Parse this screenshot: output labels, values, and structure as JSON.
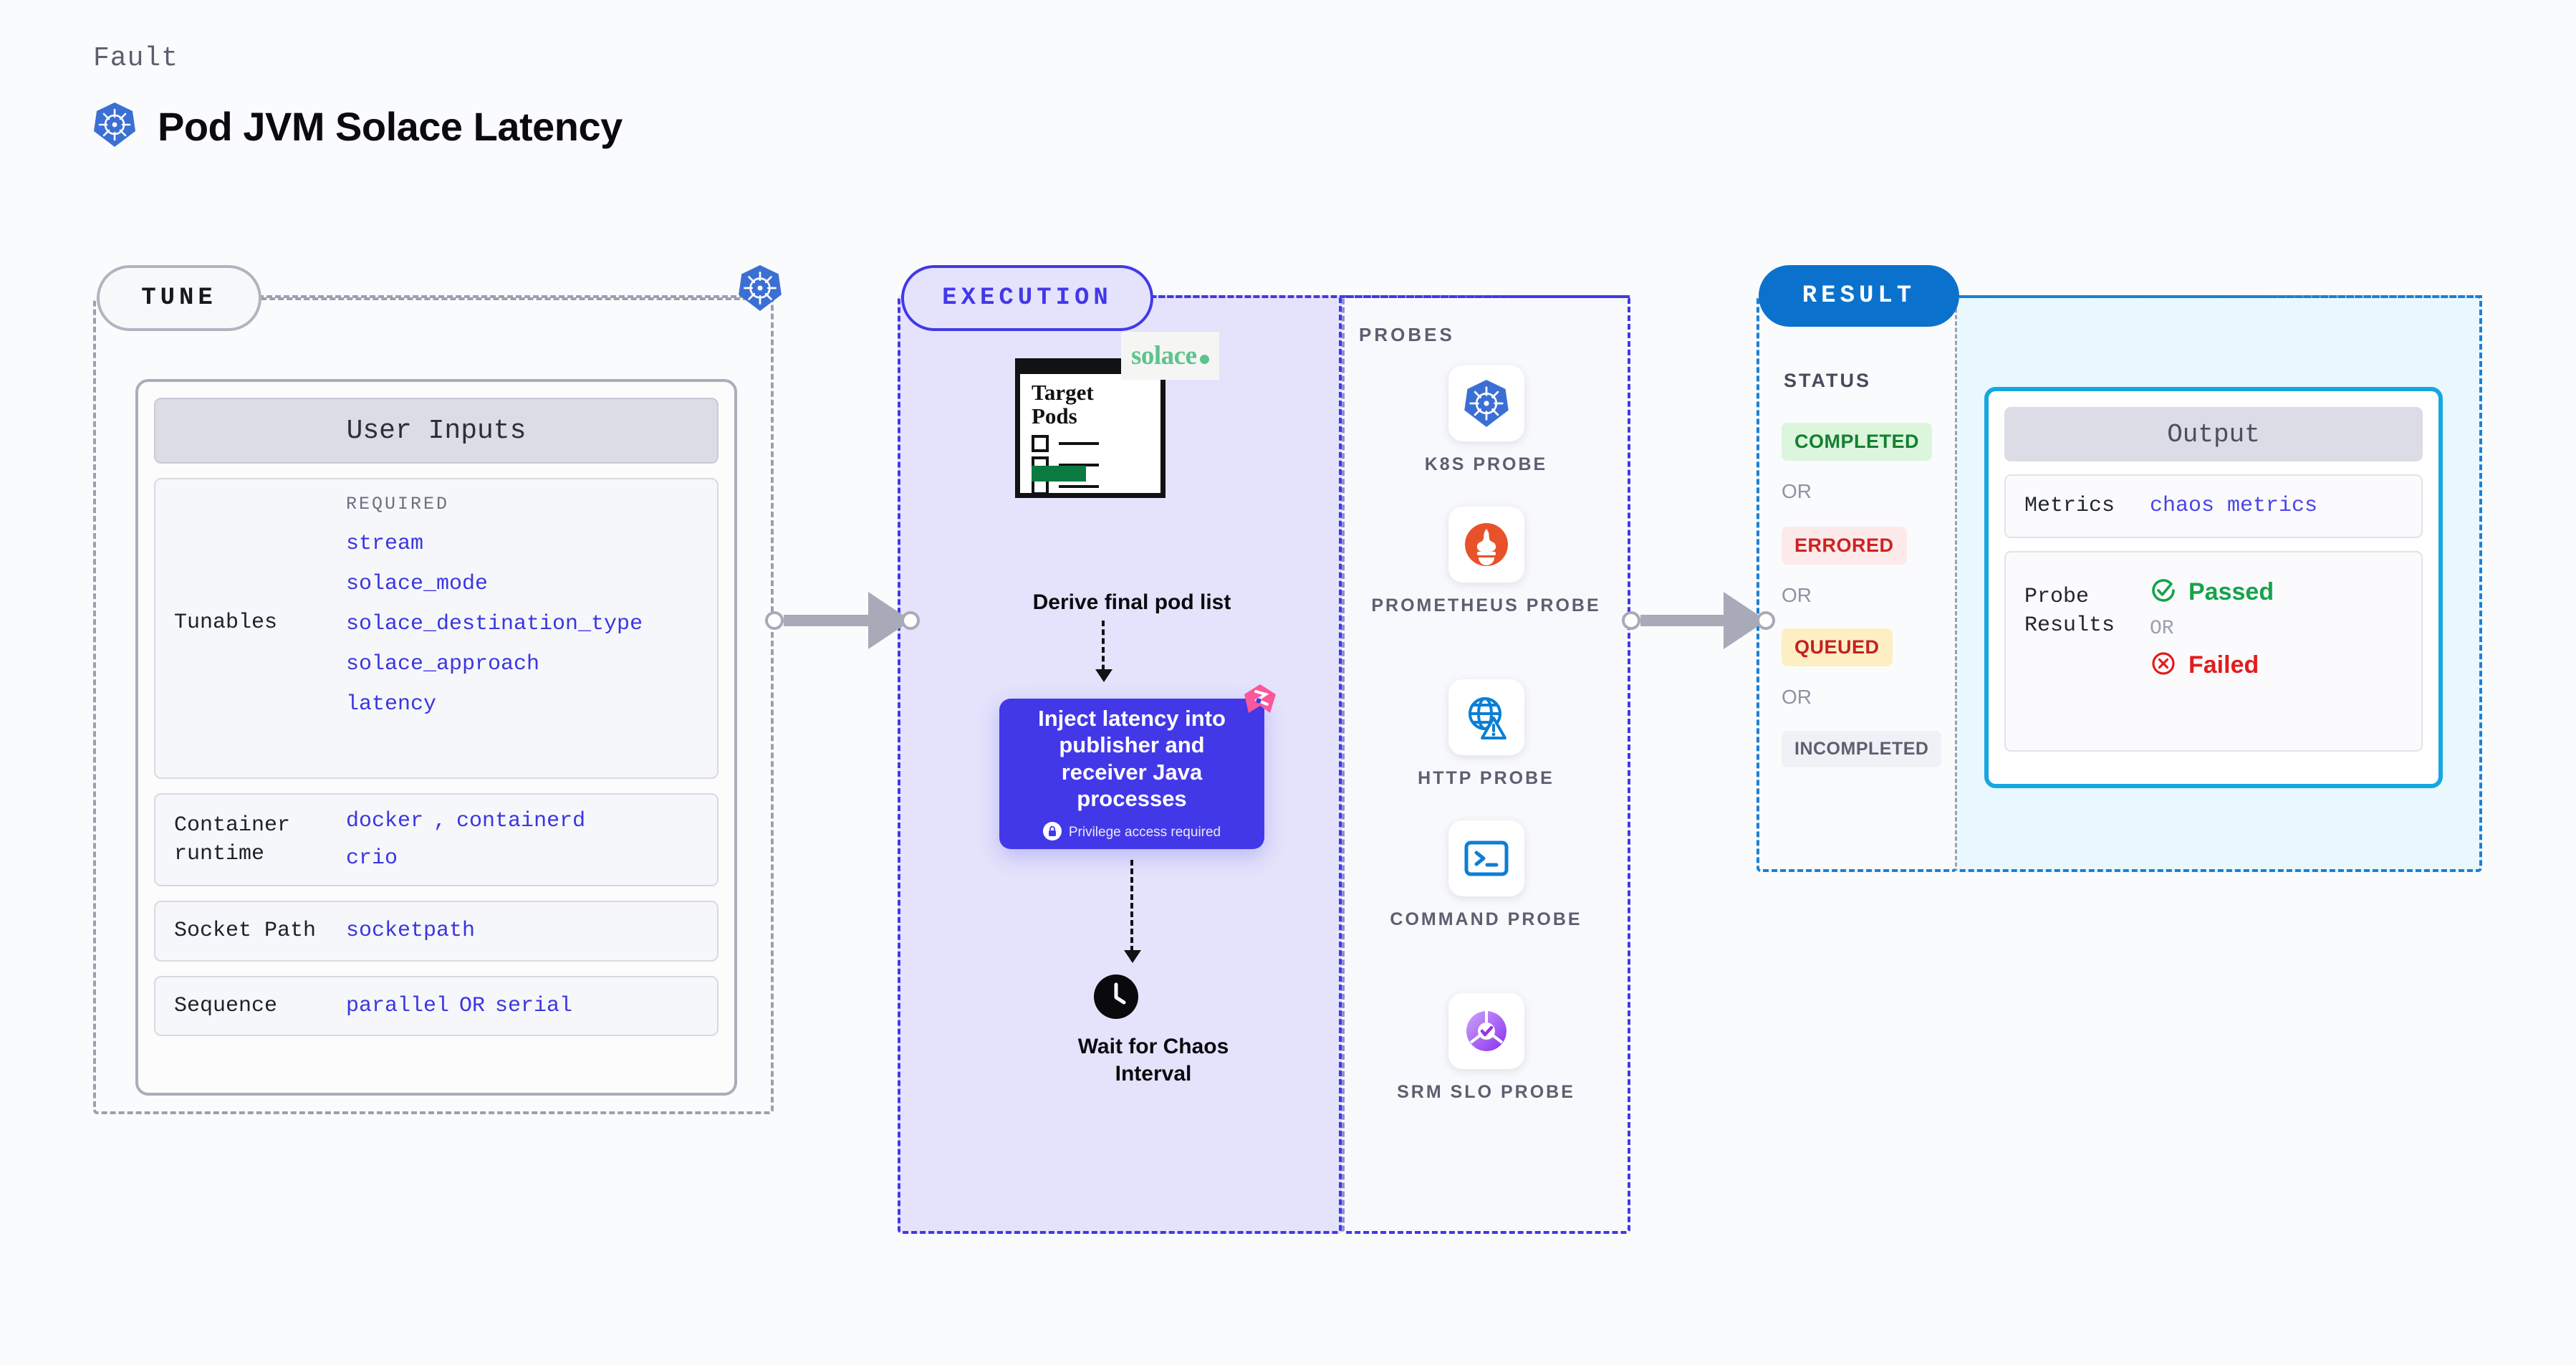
{
  "header": {
    "kicker": "Fault",
    "title": "Pod JVM Solace Latency",
    "icon": "kubernetes-icon"
  },
  "tune": {
    "pill_label": "TUNE",
    "card_title": "User Inputs",
    "required_label": "REQUIRED",
    "rows": [
      {
        "key": "Tunables",
        "values": [
          "stream",
          "solace_mode",
          "solace_destination_type",
          "solace_approach",
          "latency"
        ]
      },
      {
        "key": "Container runtime",
        "values": [
          "docker",
          "containerd",
          "crio"
        ],
        "separator": ","
      },
      {
        "key": "Socket Path",
        "values": [
          "socketpath"
        ]
      },
      {
        "key": "Sequence",
        "values": [
          "parallel",
          "serial"
        ],
        "separator": "OR"
      }
    ]
  },
  "execution": {
    "pill_label": "EXECUTION",
    "target_pods": {
      "title_line1": "Target",
      "title_line2": "Pods",
      "brand": "solace",
      "checklist_items": 3
    },
    "step1_caption": "Derive final pod list",
    "inject": {
      "text": "Inject latency into publisher and receiver Java processes",
      "privilege_note": "Privilege access required",
      "accent_color": "#4338e8",
      "badge_color": "#f9589a"
    },
    "step3_caption_line1": "Wait for Chaos",
    "step3_caption_line2": "Interval"
  },
  "probes": {
    "label": "PROBES",
    "items": [
      {
        "name": "K8S PROBE",
        "icon": "kubernetes-icon"
      },
      {
        "name": "PROMETHEUS PROBE",
        "icon": "prometheus-icon"
      },
      {
        "name": "HTTP PROBE",
        "icon": "http-globe-warning-icon"
      },
      {
        "name": "COMMAND PROBE",
        "icon": "terminal-icon"
      },
      {
        "name": "SRM SLO PROBE",
        "icon": "srm-slo-donut-icon"
      }
    ]
  },
  "result": {
    "pill_label": "RESULT",
    "status_label": "STATUS",
    "or_label": "OR",
    "statuses": [
      {
        "label": "COMPLETED",
        "text_color": "#12802f",
        "bg_color": "#dcf6de"
      },
      {
        "label": "ERRORED",
        "text_color": "#cf2121",
        "bg_color": "#fdeaea"
      },
      {
        "label": "QUEUED",
        "text_color": "#c42020",
        "bg_color": "#fdefc3"
      },
      {
        "label": "INCOMPLETED",
        "text_color": "#5b6070",
        "bg_color": "#f0f1f6"
      }
    ]
  },
  "output": {
    "card_title": "Output",
    "metrics_key": "Metrics",
    "metrics_value": "chaos metrics",
    "probe_results_key": "Probe Results",
    "passed_label": "Passed",
    "or_label": "OR",
    "failed_label": "Failed"
  }
}
